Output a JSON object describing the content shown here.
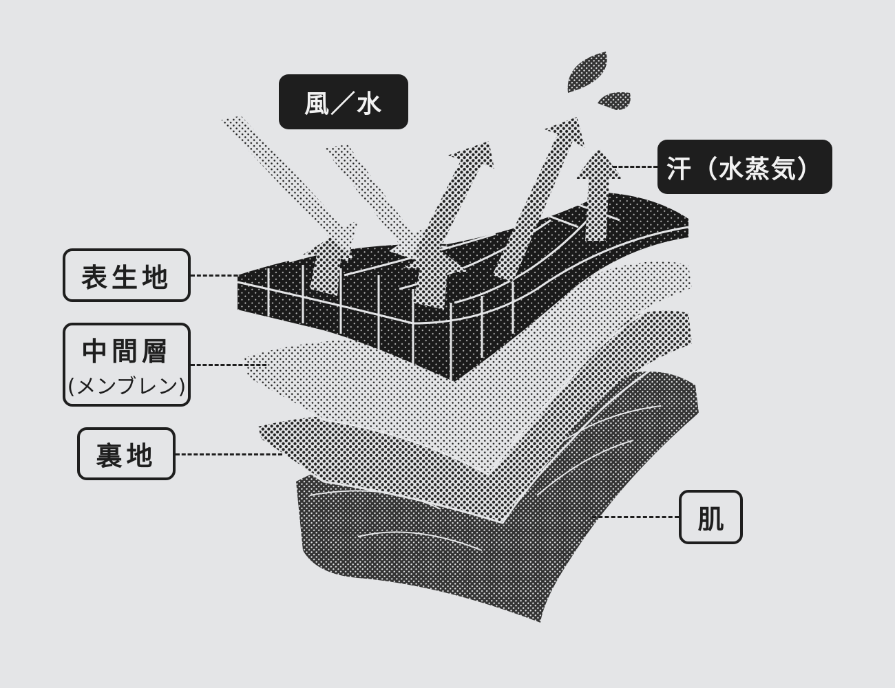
{
  "labels": {
    "wind_water": "風／水",
    "sweat": "汗（水蒸気）",
    "outer": "表生地",
    "middle": "中間層",
    "middle_sub": "(メンブレン)",
    "lining": "裏地",
    "skin": "肌"
  },
  "colors": {
    "background": "#e4e5e7",
    "ink": "#1e1e1e"
  }
}
